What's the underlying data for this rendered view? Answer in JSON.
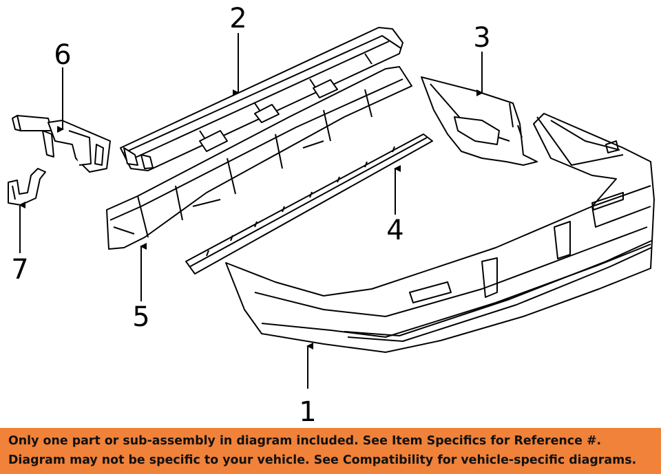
{
  "diagram": {
    "callouts": [
      {
        "number": "1",
        "part": "bumper-cover"
      },
      {
        "number": "2",
        "part": "impact-bar"
      },
      {
        "number": "3",
        "part": "side-bracket"
      },
      {
        "number": "4",
        "part": "molding-strip"
      },
      {
        "number": "5",
        "part": "reinforcement"
      },
      {
        "number": "6",
        "part": "energy-absorber"
      },
      {
        "number": "7",
        "part": "mount-bracket"
      }
    ]
  },
  "banner": {
    "line1": "Only one part or sub-assembly in diagram included. See Item Specifics for Reference #.",
    "line2": "Diagram may not be specific to your vehicle. See Compatibility for vehicle-specific diagrams.",
    "background": "#f0823a"
  }
}
